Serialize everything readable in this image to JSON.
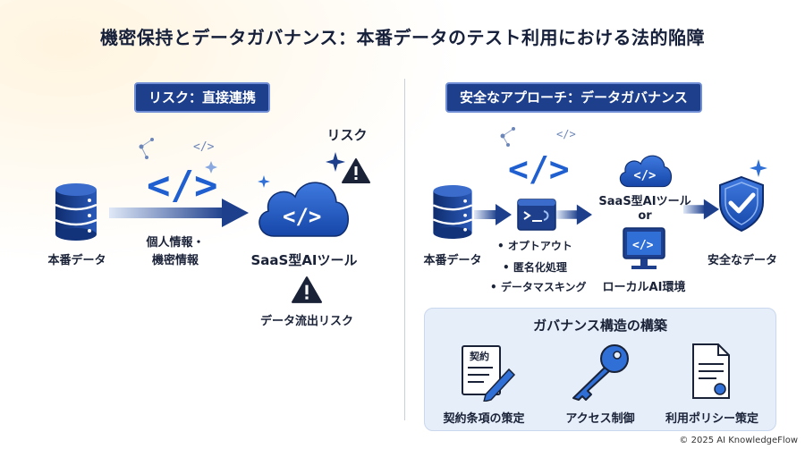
{
  "title": "機密保持とデータガバナンス：本番データのテスト利用における法的陥障",
  "left": {
    "banner": "リスク：直接連携",
    "source_label": "本番データ",
    "arrow_label_1": "個人情報・",
    "arrow_label_2": "機密情報",
    "tool_label": "SaaS型AIツール",
    "risk_label": "リスク",
    "leak_label": "データ流出リスク"
  },
  "right": {
    "banner": "安全なアプローチ：データガバナンス",
    "source_label": "本番データ",
    "bullets": [
      "オプトアウト",
      "匿名化処理",
      "データマスキング"
    ],
    "tool_label": "SaaS型AIツール",
    "or_label": "or",
    "local_label": "ローカルAI環境",
    "safe_label": "安全なデータ"
  },
  "governance": {
    "title": "ガバナンス構造の構築",
    "contract_icon_text": "契約",
    "items": [
      "契約条項の策定",
      "アクセス制御",
      "利用ポリシー策定"
    ]
  },
  "footer": {
    "copyright": "© 2025 AI KnowledgeFlow"
  },
  "colors": {
    "navy": "#1d3f8c",
    "accent": "#2f6fd6",
    "panel": "#e5eef9"
  }
}
